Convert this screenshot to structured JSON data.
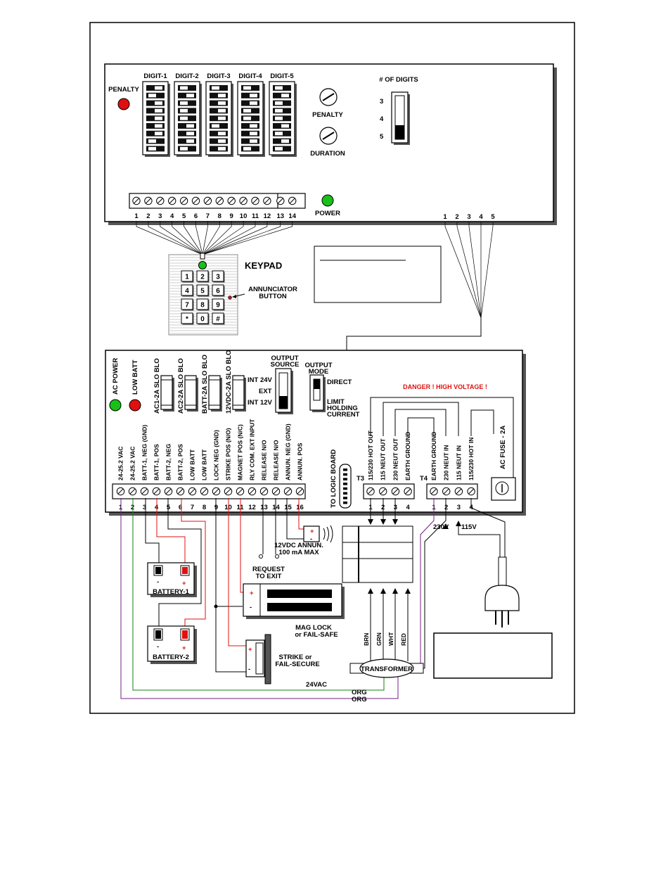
{
  "colors": {
    "led_red": "#e01010",
    "led_green": "#18c018",
    "wire_red": "#e01010",
    "wire_green": "#108010",
    "wire_purple": "#702080",
    "danger": "#e01010"
  },
  "top_board": {
    "digits": [
      "DIGIT-1",
      "DIGIT-2",
      "DIGIT-3",
      "DIGIT-4",
      "DIGIT-5"
    ],
    "penalty_led": "PENALTY",
    "penalty_pot": "PENALTY",
    "duration_pot": "DURATION",
    "num_digits_title": "# OF DIGITS",
    "num_digits_options": [
      "3",
      "4",
      "5"
    ],
    "power_led": "POWER",
    "terminals": [
      "1",
      "2",
      "3",
      "4",
      "5",
      "6",
      "7",
      "8",
      "9",
      "10",
      "11",
      "12",
      "13",
      "14"
    ],
    "keypad_out": [
      "1",
      "2",
      "3",
      "4",
      "5"
    ]
  },
  "keypad": {
    "title": "KEYPAD",
    "keys": [
      "1",
      "2",
      "3",
      "4",
      "5",
      "6",
      "7",
      "8",
      "9",
      "*",
      "0",
      "#"
    ],
    "annunciator": [
      "ANNUNCIATOR",
      "BUTTON"
    ]
  },
  "power_board": {
    "ac_power_led": "AC POWER",
    "low_batt_led": "LOW BATT",
    "fuses": [
      "AC1-2A SLO BLO",
      "AC2-2A SLO BLO",
      "BATT-2A SLO BLO",
      "12VDC-2A SLO BLO"
    ],
    "output_source": {
      "title": [
        "OUTPUT",
        "SOURCE"
      ],
      "options": [
        "INT 24V",
        "EXT",
        "INT 12V"
      ]
    },
    "output_mode": {
      "title": [
        "OUTPUT",
        "MODE"
      ],
      "options": [
        "DIRECT",
        "LIMIT",
        "HOLDING",
        "CURRENT"
      ]
    },
    "danger": "DANGER !  HIGH VOLTAGE !",
    "to_logic_board": "TO LOGIC BOARD",
    "terminal_labels": [
      "24-25.2 VAC",
      "24-25.2 VAC",
      "BATT-1, NEG (GND)",
      "BATT-1, POS",
      "BATT-2, NEG",
      "BATT-2, POS",
      "LOW BATT",
      "LOW BATT",
      "LOCK NEG (GND)",
      "STRIKE POS (N/O)",
      "MAGNET POS (N/C)",
      "RLY COM. EXT INPUT",
      "RELEASE N/O",
      "RELEASE N/O",
      "ANNUN. NEG (GND)",
      "ANNUN. POS"
    ],
    "terminals": [
      "1",
      "2",
      "3",
      "4",
      "5",
      "6",
      "7",
      "8",
      "9",
      "10",
      "11",
      "12",
      "13",
      "14",
      "15",
      "16"
    ],
    "t3": {
      "name": "T3",
      "labels": [
        "115/230 HOT OUT",
        "115 NEUT OUT",
        "230 NEUT OUT",
        "EARTH GROUND"
      ],
      "terminals": [
        "1",
        "2",
        "3",
        "4"
      ]
    },
    "t4": {
      "name": "T4",
      "labels": [
        "EARTH GROUND",
        "230 NEUT IN",
        "115 NEUT IN",
        "115/230 HOT IN"
      ],
      "terminals": [
        "1",
        "2",
        "3",
        "4"
      ]
    },
    "ac_fuse": "AC FUSE - 2A"
  },
  "wiring": {
    "annunciator": [
      "12VDC ANNUN.",
      "100 mA MAX"
    ],
    "request_to_exit": [
      "REQUEST",
      "TO EXIT"
    ],
    "battery1": "BATTERY-1",
    "battery2": "BATTERY-2",
    "mag_lock": [
      "MAG LOCK",
      "or FAIL-SAFE"
    ],
    "strike": [
      "STRIKE or",
      "FAIL-SECURE"
    ],
    "vac": "24VAC",
    "org1": "ORG",
    "org2": "ORG",
    "transformer": "TRANSFORMER",
    "transformer_wires": [
      "BRN",
      "GRN",
      "WHT",
      "RED"
    ],
    "v230": "230V",
    "v115": "115V",
    "plus": "+",
    "minus": "-"
  }
}
